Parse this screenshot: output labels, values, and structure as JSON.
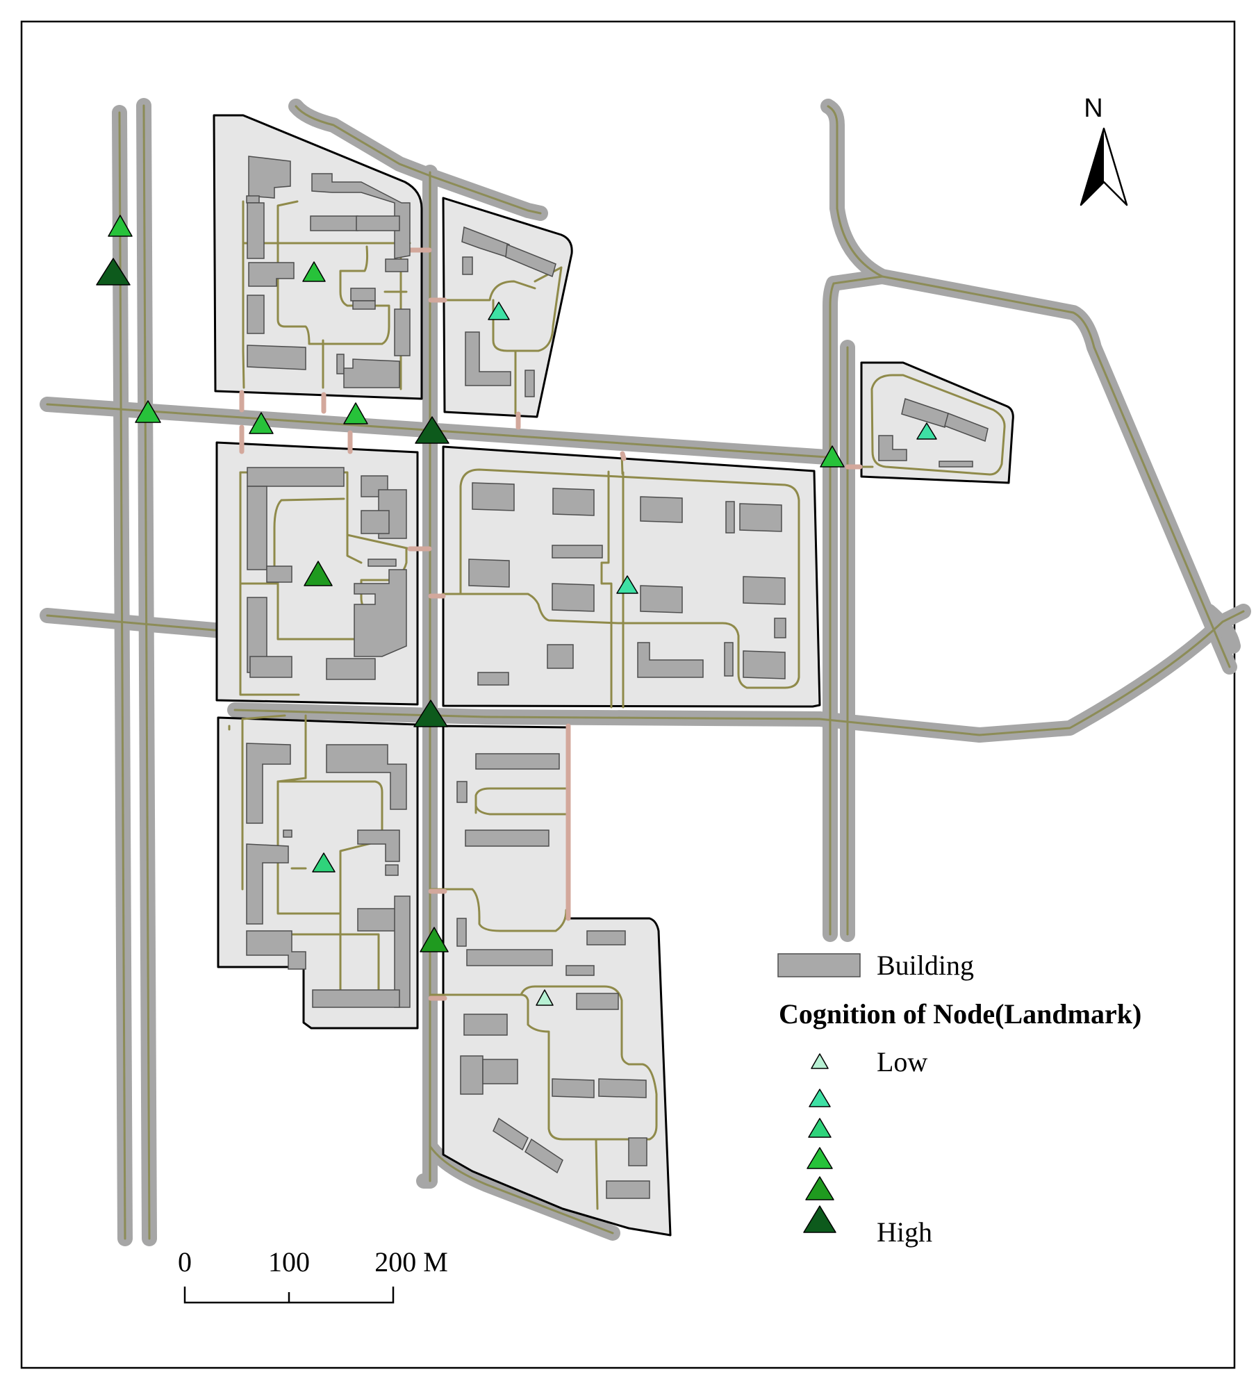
{
  "map": {
    "north_label": "N",
    "legend": {
      "building_label": "Building",
      "title": "Cognition of Node(Landmark)",
      "low_label": "Low",
      "high_label": "High",
      "levels": [
        {
          "level": 1,
          "color": "#b7f0d3"
        },
        {
          "level": 2,
          "color": "#3ee0a4"
        },
        {
          "level": 3,
          "color": "#2fd37b"
        },
        {
          "level": 4,
          "color": "#27c23a"
        },
        {
          "level": 5,
          "color": "#1f9a1f"
        },
        {
          "level": 6,
          "color": "#0d5a1c"
        }
      ]
    },
    "scale_bar": {
      "tick_0": "0",
      "tick_1": "100",
      "tick_2": "200 M"
    },
    "colors": {
      "block_fill": "#e6e6e6",
      "building_fill": "#a9a9a9",
      "road_casing": "#a6a6a6",
      "road_center": "#8c8c57",
      "path": "#8f8a4a",
      "connector": "#d3a89c"
    },
    "landmark_levels_by_location": [
      {
        "name": "landmark-west-road-north",
        "level": 4
      },
      {
        "name": "landmark-west-road-high",
        "level": 6
      },
      {
        "name": "landmark-nw-block",
        "level": 4
      },
      {
        "name": "landmark-ne-small-block",
        "level": 2
      },
      {
        "name": "landmark-crossing-west",
        "level": 4
      },
      {
        "name": "landmark-crossing-a",
        "level": 4
      },
      {
        "name": "landmark-crossing-b",
        "level": 4
      },
      {
        "name": "landmark-main-cross-north",
        "level": 6
      },
      {
        "name": "landmark-east-crossing",
        "level": 4
      },
      {
        "name": "landmark-far-east-block",
        "level": 2
      },
      {
        "name": "landmark-middle-west-block",
        "level": 5
      },
      {
        "name": "landmark-middle-east-block",
        "level": 2
      },
      {
        "name": "landmark-main-cross-south",
        "level": 6
      },
      {
        "name": "landmark-south-west-block",
        "level": 3
      },
      {
        "name": "landmark-south-main-road",
        "level": 5
      },
      {
        "name": "landmark-south-east-block",
        "level": 1
      }
    ]
  }
}
